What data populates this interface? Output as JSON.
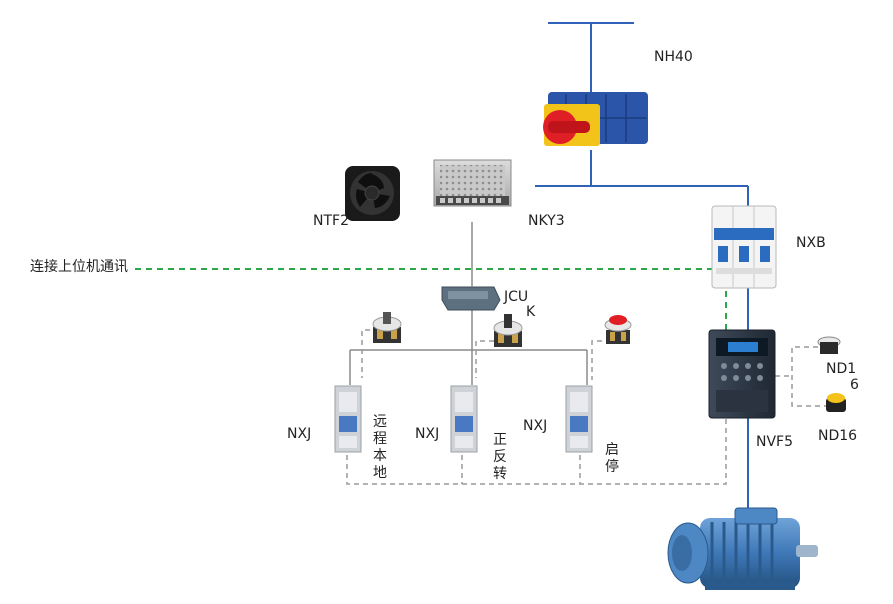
{
  "labels": {
    "nh40": "NH40",
    "ntf2": "NTF2",
    "nky3": "NKY3",
    "nxb": "NXB",
    "comm": "连接上位机通讯",
    "jcuk_1": "JCU",
    "jcuk_2": "K",
    "nxj_a": "NXJ",
    "nxj_b": "NXJ",
    "nxj_c": "NXJ",
    "remote_local": "远程本地",
    "fwd_rev": "正反转",
    "start_stop": "启停",
    "nd16_top_1": "ND1",
    "nd16_top_2": "6",
    "nd16_bottom": "ND16",
    "nvf5": "NVF5"
  },
  "colors": {
    "power_line": "#2f62b8",
    "comm_line": "#2ca84a",
    "signal_line": "#8a8a8a",
    "switch_handle": "#e01e26",
    "switch_plate": "#f2c318",
    "switch_body": "#2b55a8",
    "motor": "#3f78b8"
  }
}
